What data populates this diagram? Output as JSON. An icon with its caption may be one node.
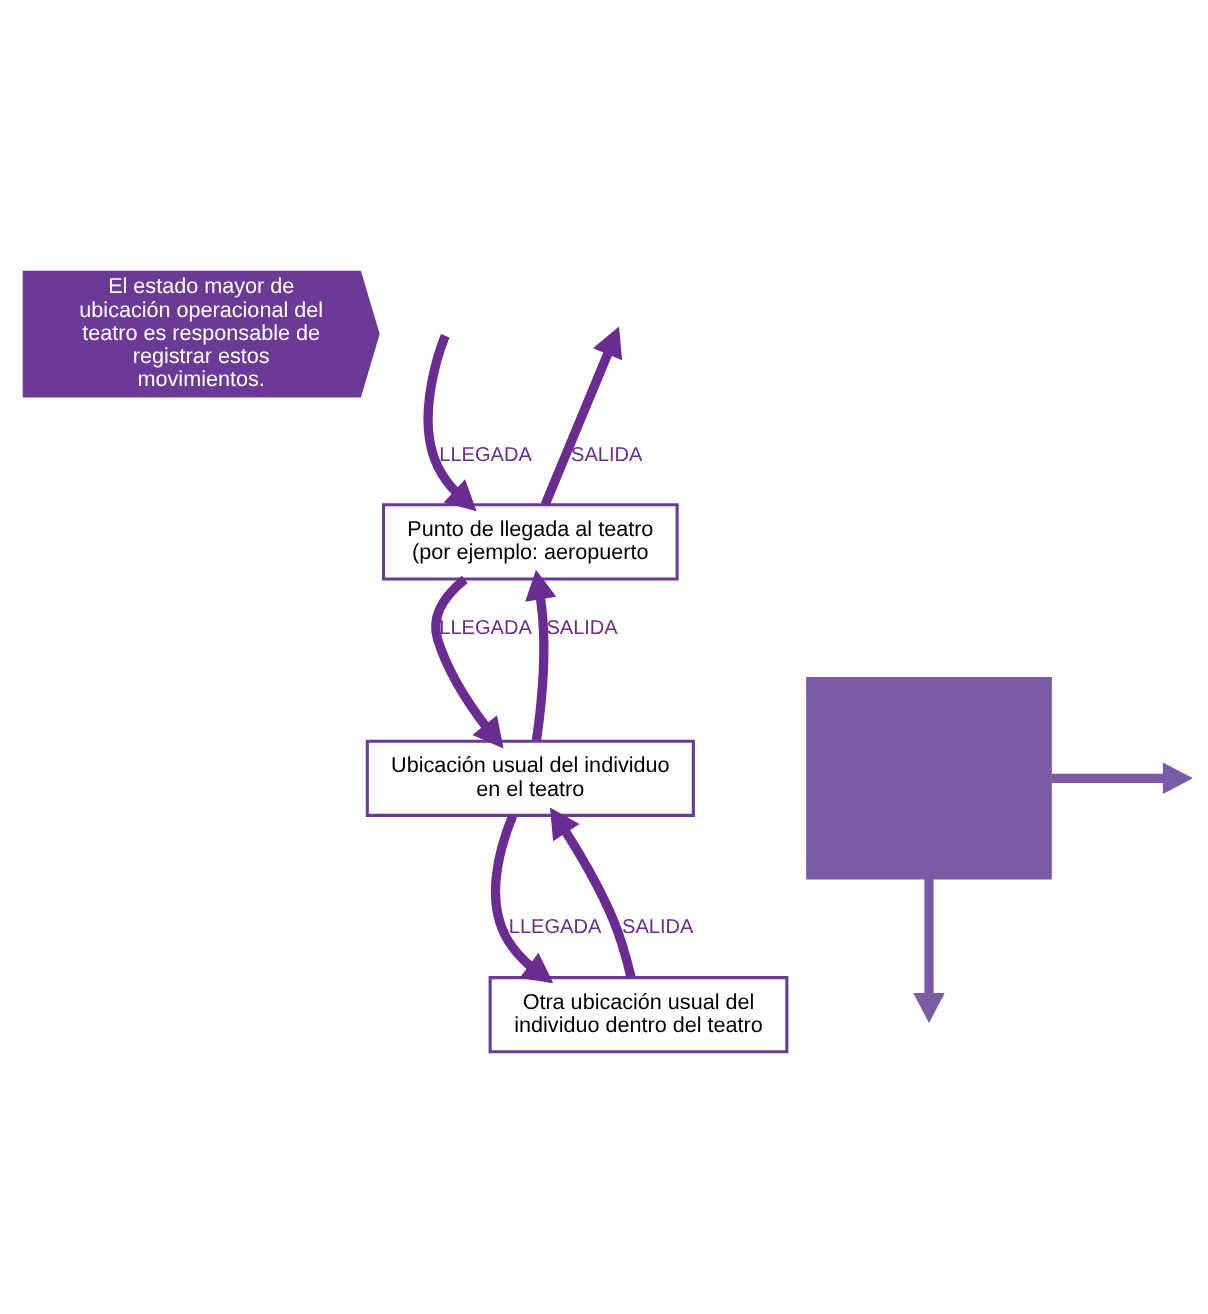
{
  "diagram": {
    "nodes": [
      {
        "text": [
          "El estado mayor de ubicación operacional del teatro es responsable de registrar estos movimientos."
        ]
      },
      {
        "text": [
          "Punto de llegada al teatro (por ejemplo: aeropuerto"
        ]
      },
      {
        "text": [
          "Ubicación usual del individuo en el teatro"
        ]
      },
      {
        "text": [
          "Otra ubicación usual del individuo dentro del teatro"
        ]
      },
      {
        "text": [],
        "shape": "box"
      }
    ],
    "edges": [
      {
        "from": null,
        "to": 1,
        "arrow": "to",
        "label": "LLEGADA"
      },
      {
        "from": 1,
        "to": null,
        "arrow": "to",
        "label": "SALIDA"
      },
      {
        "from": 1,
        "to": 2,
        "arrow": "to",
        "label": "LLEGADA"
      },
      {
        "from": 2,
        "to": 1,
        "arrow": "to",
        "label": "SALIDA"
      },
      {
        "from": 2,
        "to": 3,
        "arrow": "to",
        "label": "LLEGADA"
      },
      {
        "from": 3,
        "to": 2,
        "arrow": "to",
        "label": "SALIDA"
      },
      {
        "from": 4,
        "to": null,
        "arrow": "to",
        "color": "#7b5aa6"
      },
      {
        "from": 4,
        "to": null,
        "arrow": "to",
        "color": "#7b5aa6"
      }
    ]
  }
}
